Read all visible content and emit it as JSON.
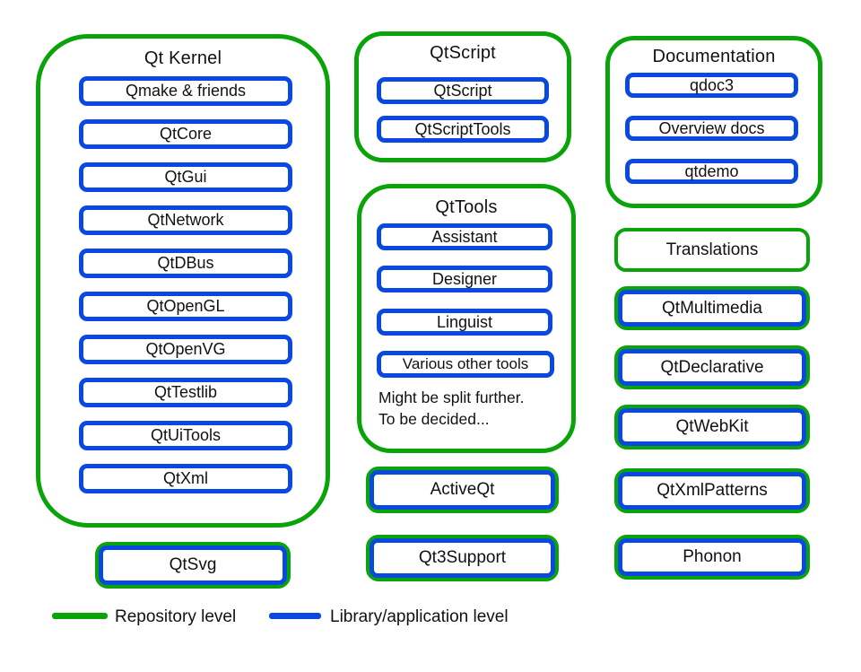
{
  "colors": {
    "repository_green": "#0AA30A",
    "library_blue": "#0A49E0",
    "background": "#FFFFFF"
  },
  "groups": {
    "qt_kernel": {
      "title": "Qt Kernel",
      "items": [
        "Qmake & friends",
        "QtCore",
        "QtGui",
        "QtNetwork",
        "QtDBus",
        "QtOpenGL",
        "QtOpenVG",
        "QtTestlib",
        "QtUiTools",
        "QtXml"
      ]
    },
    "qtscript": {
      "title": "QtScript",
      "items": [
        "QtScript",
        "QtScriptTools"
      ]
    },
    "qttools": {
      "title": "QtTools",
      "items": [
        "Assistant",
        "Designer",
        "Linguist",
        "Various other tools"
      ],
      "note_lines": [
        "Might be split further.",
        "To be decided..."
      ]
    },
    "documentation": {
      "title": "Documentation",
      "items": [
        "qdoc3",
        "Overview docs",
        "qtdemo"
      ]
    }
  },
  "standalone": {
    "qtsvg": "QtSvg",
    "activeqt": "ActiveQt",
    "qt3support": "Qt3Support",
    "translations": "Translations",
    "qtmultimedia": "QtMultimedia",
    "qtdeclarative": "QtDeclarative",
    "qtwebkit": "QtWebKit",
    "qtxmlpatterns": "QtXmlPatterns",
    "phonon": "Phonon"
  },
  "legend": {
    "repository": {
      "label": "Repository level",
      "color": "#0AA30A"
    },
    "library": {
      "label": "Library/application level",
      "color": "#0A49E0"
    }
  }
}
